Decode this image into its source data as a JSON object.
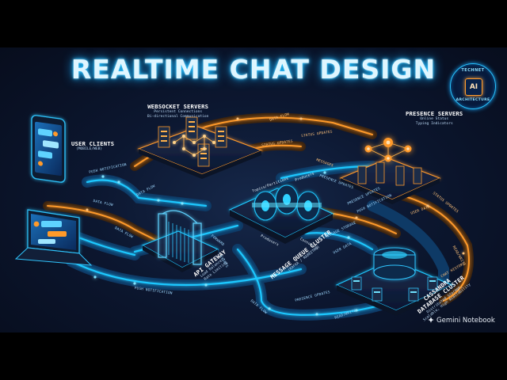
{
  "title": "REALTIME CHAT DESIGN",
  "badge": {
    "top": "TECHNET",
    "center": "AI",
    "bottom": "ARCHITECTURE"
  },
  "brand": "Gemini Notebook",
  "nodes": {
    "clients": {
      "title": "USER CLIENTS",
      "sub": "(MOBILE/WEB)"
    },
    "websocket": {
      "title": "WEBSOCKET SERVERS",
      "sub1": "Persistent Connections",
      "sub2": "Bi-directional Communication"
    },
    "presence": {
      "title": "PRESENCE SERVERS",
      "sub1": "Online Status",
      "sub2": "Typing Indicators"
    },
    "gateway": {
      "title": "API GATEWAY",
      "sub1": "Load Balancer,",
      "sub2": "Rate Limiting"
    },
    "queue": {
      "title": "MESSAGE QUEUE CLUSTER",
      "sub": "(KAFKA / RABBITMQ)",
      "tag1": "Topics/Partitions",
      "tag2": "Producers",
      "tag3": "Producers",
      "tag4": "Consumers"
    },
    "cassandra": {
      "title": "CASSANDRA",
      "title2": "DATABASE CLUSTER",
      "sub1": "Distributed Storage,",
      "sub2": "Scalable, High Availability"
    }
  },
  "flows": {
    "push1": "PUSH NOTIFICATION",
    "data1": "DATA FLOW",
    "data2": "DATA FLOW",
    "data3": "DATA FLOW",
    "data4": "DATA FLOW",
    "push2": "PUSH NOTIFICATION",
    "events": "EVENTS",
    "forward": "FORWARD",
    "status1": "STATUS UPDATES",
    "status2": "STATUS UPDATES",
    "status3": "STATUS UPDATES",
    "messages": "MESSAGES",
    "presence1": "PRESENCE UPDATES",
    "presence2": "PRESENCE UPDATES",
    "presence3": "PRESENCE UPDATES",
    "push3": "PUSH NOTIFICATION",
    "userdata1": "USER DATA",
    "userdata2": "USER DATA",
    "msgstore": "MESSAGE STORAGE",
    "readwrite1": "READ/WRITE",
    "readwrite2": "READ/WRITE",
    "history": "CHAT HISTORY"
  },
  "colors": {
    "cyan": "#1fc8ff",
    "orange": "#ff9a2a",
    "background": "#0c1730"
  }
}
